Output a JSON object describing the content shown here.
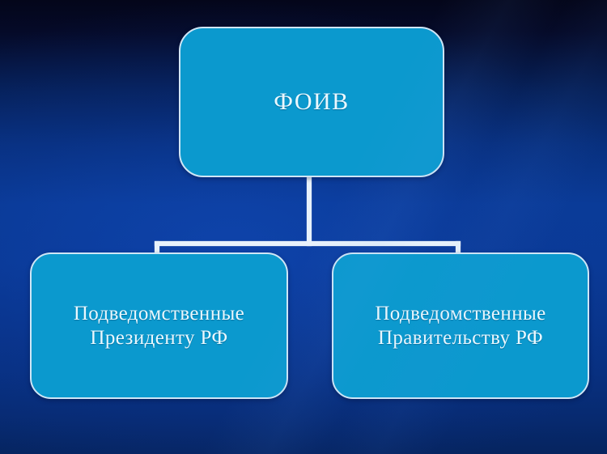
{
  "slide": {
    "title": "ФОИВ organizational hierarchy",
    "background": {
      "top_color": "#04061a",
      "mid_color": "#0a3b97",
      "bottom_color": "#06245f"
    },
    "theme": {
      "node_fill": "#0b99ce",
      "node_border": "#cfe6f6",
      "node_text": "#eaf8ff",
      "connector_color": "#e8f2fb"
    }
  },
  "chart_data": {
    "type": "diagram",
    "layout": "hierarchy",
    "title": "",
    "nodes": [
      {
        "id": "root",
        "label": "ФОИВ",
        "level": 0
      },
      {
        "id": "president",
        "label": "Подведомственные\nПрезиденту РФ",
        "level": 1
      },
      {
        "id": "government",
        "label": "Подведомственные\nПравительству РФ",
        "level": 1
      }
    ],
    "edges": [
      {
        "from": "root",
        "to": "president"
      },
      {
        "from": "root",
        "to": "government"
      }
    ]
  },
  "nodes": {
    "root": {
      "label": "ФОИВ"
    },
    "president": {
      "label": "Подведомственные\nПрезиденту РФ"
    },
    "government": {
      "label": "Подведомственные\nПравительству РФ"
    }
  }
}
